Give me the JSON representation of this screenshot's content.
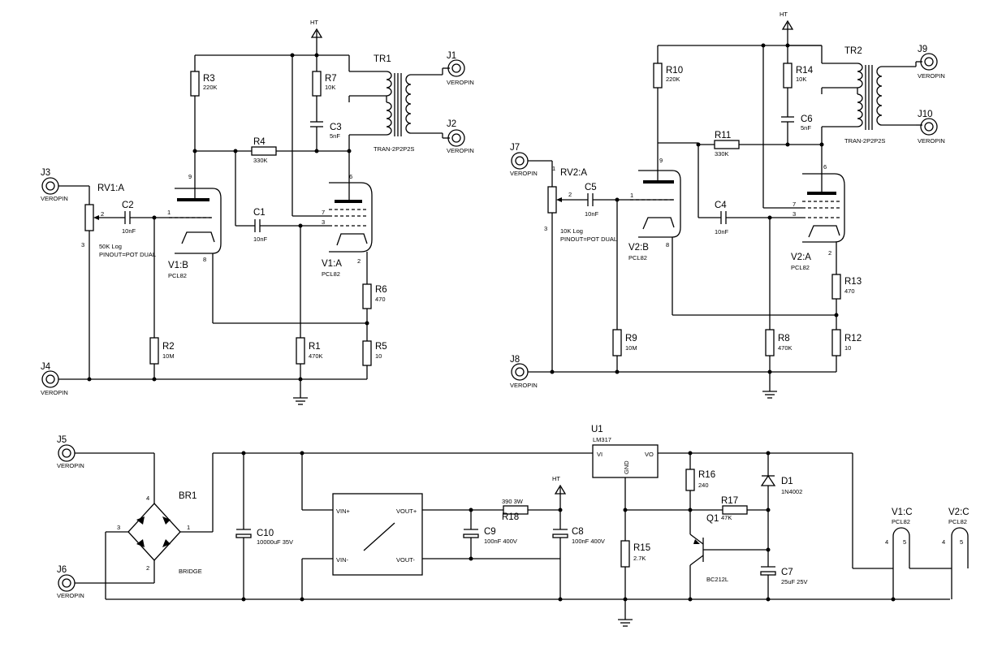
{
  "labels": {
    "j1": "J1",
    "j2": "J2",
    "j3": "J3",
    "j4": "J4",
    "j5": "J5",
    "j6": "J6",
    "j7": "J7",
    "j8": "J8",
    "j9": "J9",
    "j10": "J10",
    "veropin": "VEROPIN",
    "ht": "HT",
    "tr1": "TR1",
    "tr2": "TR2",
    "tr_val": "TRAN-2P2P2S",
    "r1": "R1",
    "r1v": "470K",
    "r2": "R2",
    "r2v": "10M",
    "r3": "R3",
    "r3v": "220K",
    "r4": "R4",
    "r4v": "330K",
    "r5": "R5",
    "r5v": "10",
    "r6": "R6",
    "r6v": "470",
    "r7": "R7",
    "r7v": "10K",
    "r8": "R8",
    "r8v": "470K",
    "r9": "R9",
    "r9v": "10M",
    "r10": "R10",
    "r10v": "220K",
    "r11": "R11",
    "r11v": "330K",
    "r12": "R12",
    "r12v": "10",
    "r13": "R13",
    "r13v": "470",
    "r14": "R14",
    "r14v": "10K",
    "r15": "R15",
    "r15v": "2.7K",
    "r16": "R16",
    "r16v": "240",
    "r17": "R17",
    "r17v": "47K",
    "r18": "R18",
    "r18v": "390 3W",
    "c1": "C1",
    "c1v": "10nF",
    "c2": "C2",
    "c2v": "10nF",
    "c3": "C3",
    "c3v": "5nF",
    "c4": "C4",
    "c4v": "10nF",
    "c5": "C5",
    "c5v": "10nF",
    "c6": "C6",
    "c6v": "5nF",
    "c7": "C7",
    "c7v": "25uF 25V",
    "c8": "C8",
    "c8v": "100nF 400V",
    "c9": "C9",
    "c9v": "100nF 400V",
    "c10": "C10",
    "c10v": "10000uF 35V",
    "rv1": "RV1:A",
    "rv1v": "50K Log",
    "rv2": "RV2:A",
    "rv2v": "10K Log",
    "pinout": "PINOUT=POT DUAL",
    "v1a": "V1:A",
    "v1b": "V1:B",
    "v1c": "V1:C",
    "v2a": "V2:A",
    "v2b": "V2:B",
    "v2c": "V2:C",
    "tube": "PCL82",
    "br1": "BR1",
    "bridge": "BRIDGE",
    "u1": "U1",
    "u1v": "LM317",
    "vi": "VI",
    "vo": "VO",
    "gnd": "GND",
    "vinp": "VIN+",
    "vinm": "VIN-",
    "voutp": "VOUT+",
    "voutm": "VOUT-",
    "q1": "Q1",
    "q1v": "BC212L",
    "d1": "D1",
    "d1v": "1N4002",
    "p1": "1",
    "p2": "2",
    "p3": "3",
    "p4": "4",
    "p5": "5",
    "p6": "6",
    "p7": "7",
    "p8": "8",
    "p9": "9"
  }
}
